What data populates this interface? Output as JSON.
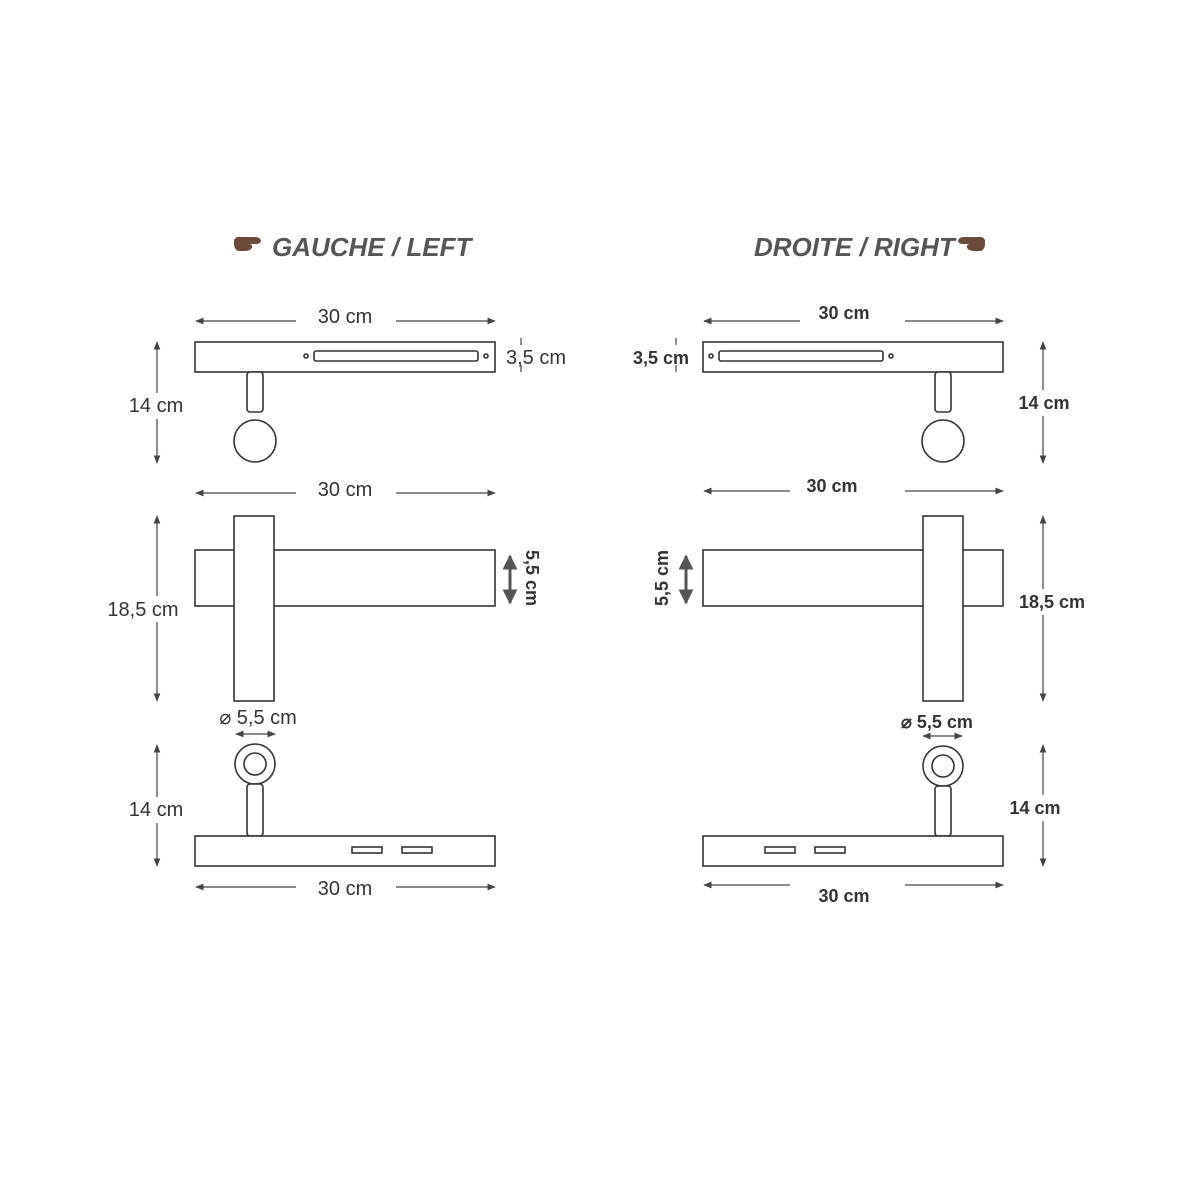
{
  "left": {
    "title": "GAUCHE / LEFT",
    "pointer_icon": "hand-pointing-right-icon",
    "top_view": {
      "width": "30 cm",
      "depth": "14 cm",
      "thickness": "3,5 cm"
    },
    "front_view": {
      "width": "30 cm",
      "height": "18,5 cm",
      "bar_height": "5,5 cm"
    },
    "bottom_view": {
      "width": "30 cm",
      "depth": "14 cm",
      "diameter": "⌀ 5,5 cm"
    }
  },
  "right": {
    "title": "DROITE / RIGHT",
    "pointer_icon": "hand-pointing-left-icon",
    "top_view": {
      "width": "30 cm",
      "depth": "14 cm",
      "thickness": "3,5 cm"
    },
    "front_view": {
      "width": "30 cm",
      "height": "18,5 cm",
      "bar_height": "5,5 cm"
    },
    "bottom_view": {
      "width": "30 cm",
      "depth": "14 cm",
      "diameter": "⌀ 5,5 cm"
    }
  },
  "colors": {
    "line": "#333333",
    "title": "#555555",
    "pointer": "#6b4a3a"
  }
}
